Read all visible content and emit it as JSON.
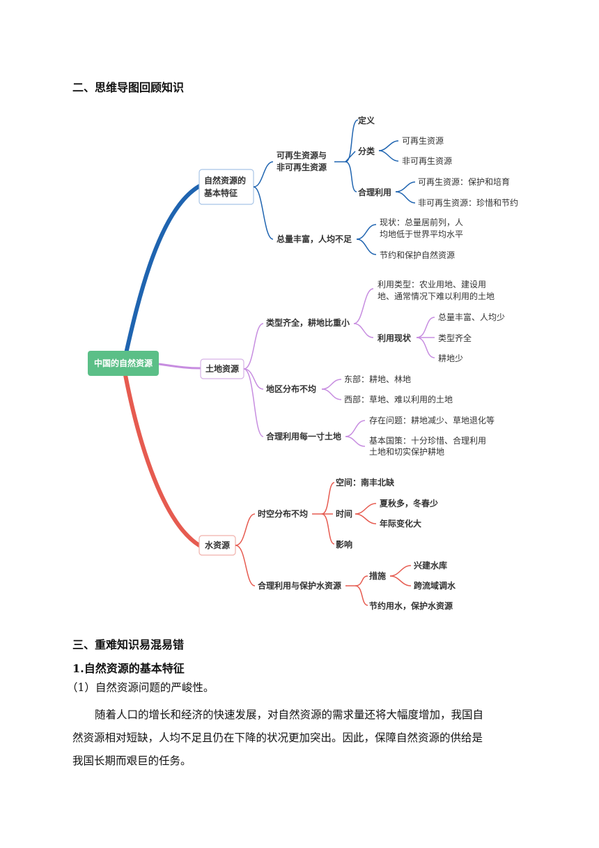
{
  "section2": {
    "title": "二、思维导图回顾知识"
  },
  "mindmap": {
    "root": "中国的自然资源",
    "branch1": {
      "title_l1": "自然资源的",
      "title_l2": "基本特征",
      "a": {
        "l1": "可再生资源与",
        "l2": "非可再生资源"
      },
      "a_def": "定义",
      "a_class": "分类",
      "a_class_1": "可再生资源",
      "a_class_2": "非可再生资源",
      "a_use": "合理利用",
      "a_use_1": "可再生资源：保护和培育",
      "a_use_2": "非可再生资源：珍惜和节约",
      "b": "总量丰富，人均不足",
      "b_1_l1": "现状：总量居前列，人",
      "b_1_l2": "均地低于世界平均水平",
      "b_2": "节约和保护自然资源"
    },
    "branch2": {
      "title": "土地资源",
      "a": "类型齐全，耕地比重小",
      "a_type_l1": "利用类型：农业用地、建设用",
      "a_type_l2": "地、通常情况下难以利用的土地",
      "a_status": "利用现状",
      "a_status_1": "总量丰富、人均少",
      "a_status_2": "类型齐全",
      "a_status_3": "耕地少",
      "b": "地区分布不均",
      "b_1": "东部：耕地、林地",
      "b_2": "西部：草地、难以利用的土地",
      "c": "合理利用每一寸土地",
      "c_1": "存在问题：耕地减少、草地退化等",
      "c_2_l1": "基本国策：十分珍惜、合理利用",
      "c_2_l2": "土地和切实保护耕地"
    },
    "branch3": {
      "title": "水资源",
      "a": "时空分布不均",
      "a_space": "空间：南丰北缺",
      "a_time": "时间",
      "a_time_1": "夏秋多，冬春少",
      "a_time_2": "年际变化大",
      "a_effect": "影响",
      "b": "合理利用与保护水资源",
      "b_measure": "措施",
      "b_measure_1": "兴建水库",
      "b_measure_2": "跨流域调水",
      "b_save": "节约用水，保护水资源"
    },
    "colors": {
      "root": "#5bbf87",
      "blue": "#1f64b0",
      "purple": "#c78de0",
      "red": "#e65b50"
    }
  },
  "section3": {
    "title": "三、重难知识易混易错",
    "sub1": "1.自然资源的基本特征",
    "item1": "（1）自然资源问题的严峻性。",
    "para_l1": "随着人口的增长和经济的快速发展，对自然资源的需求量还将大幅度增加，我国自",
    "para_l2": "然资源相对短缺，人均不足且仍在下降的状况更加突出。因此，保障自然资源的供给是",
    "para_l3": "我国长期而艰巨的任务。"
  }
}
